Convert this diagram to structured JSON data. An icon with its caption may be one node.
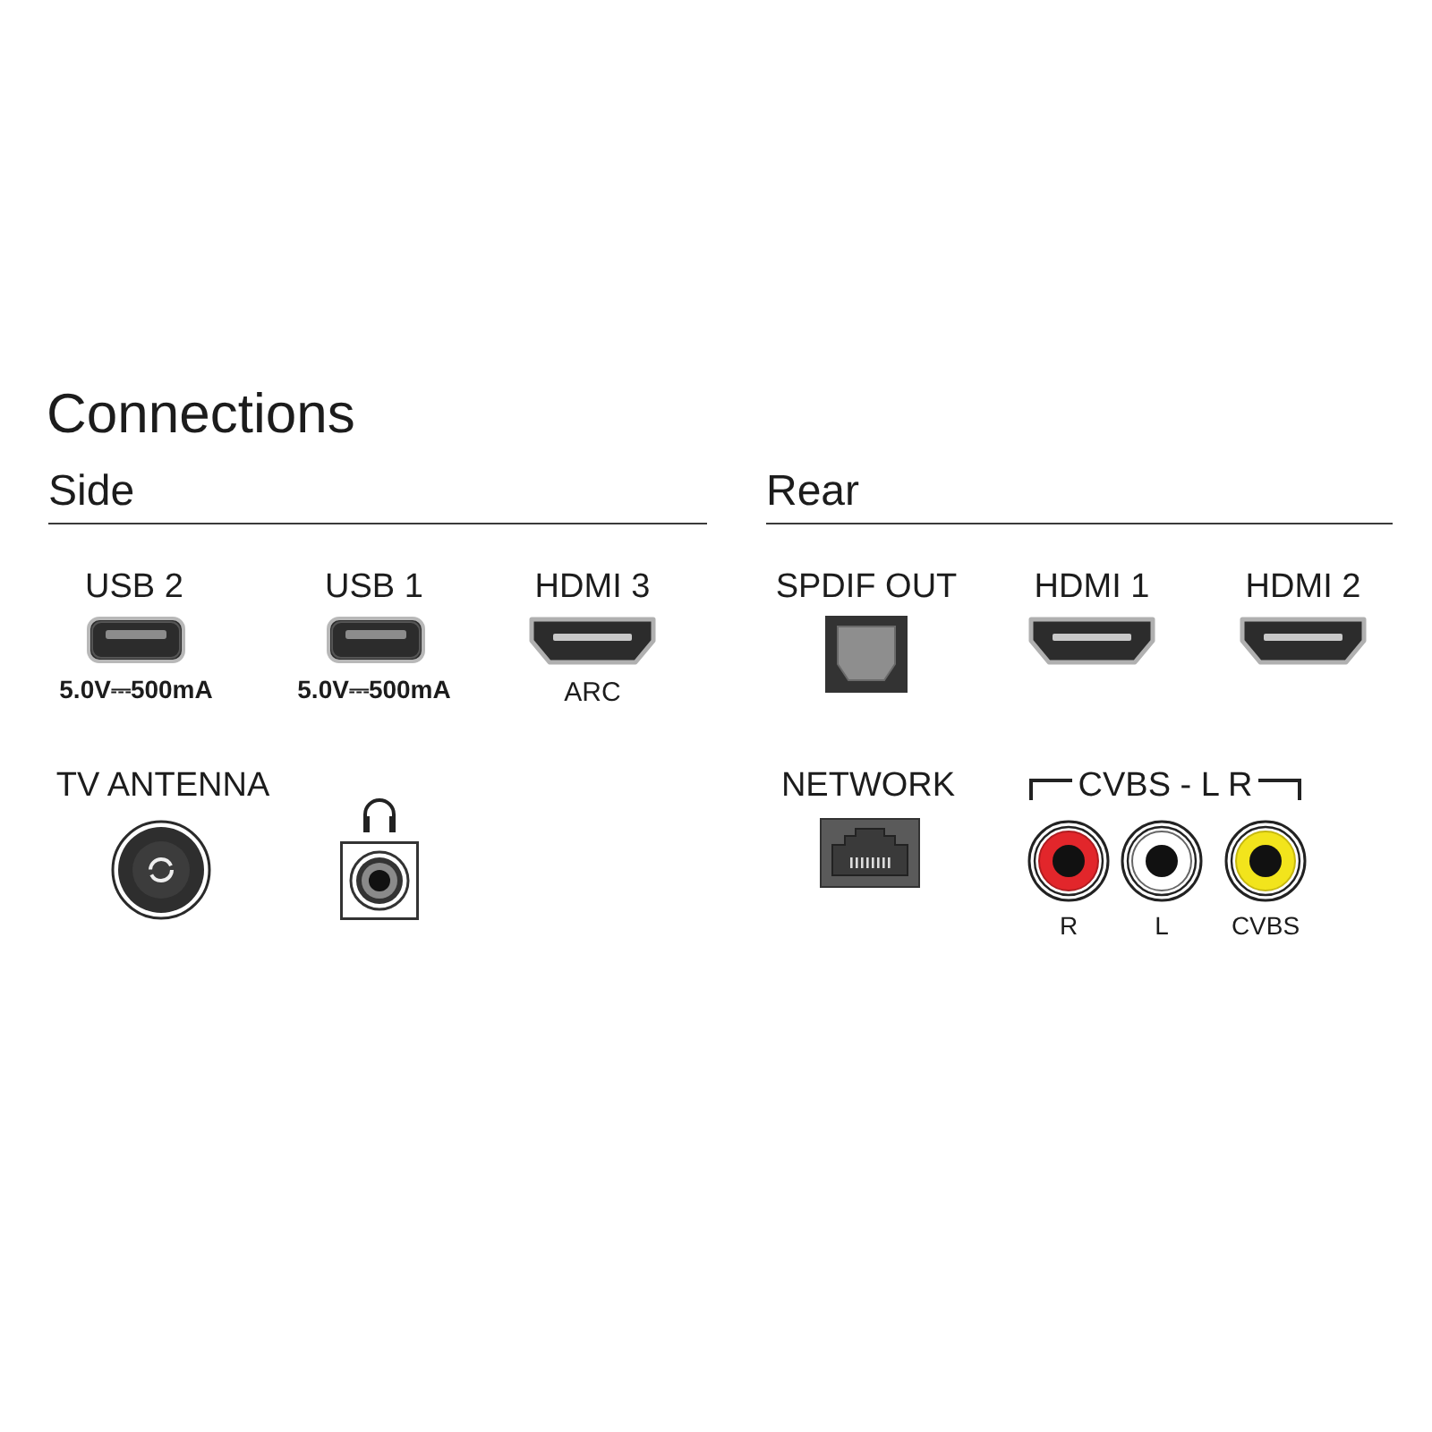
{
  "diagram": {
    "title": "Connections",
    "labels": [
      "Side",
      "Rear",
      "USB 2",
      "USB 1",
      "HDMI 3",
      "SPDIF OUT",
      "HDMI 1",
      "HDMI 2",
      "5.0V⎓500mA",
      "5.0V⎓500mA",
      "ARC",
      "TV ANTENNA",
      "NETWORK",
      "CVBS - L R",
      "R",
      "L",
      "CVBS"
    ]
  }
}
